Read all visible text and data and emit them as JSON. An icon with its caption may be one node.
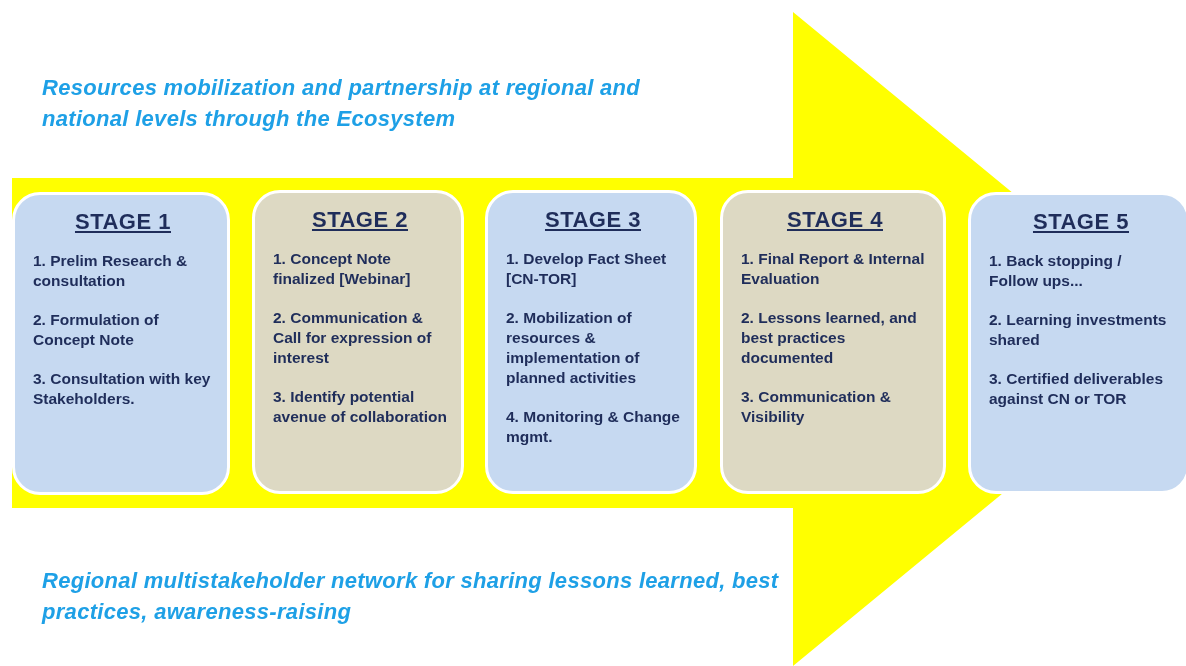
{
  "diagram": {
    "nodes": [
      {
        "text": [
          "STAGE 1",
          "1. Prelim Research & consultation",
          "2. Formulation of Concept Note",
          "3. Consultation with key Stakeholders."
        ]
      },
      {
        "text": [
          "STAGE 2",
          "1. Concept Note finalized [Webinar]",
          "2. Communication & Call for expression of interest",
          "3. Identify potential avenue of collaboration"
        ]
      },
      {
        "text": [
          "STAGE 3",
          "1. Develop Fact Sheet [CN-TOR]",
          "2. Mobilization of resources & implementation of planned activities",
          "4. Monitoring & Change mgmt."
        ]
      },
      {
        "text": [
          "STAGE 4",
          "1. Final Report & Internal Evaluation",
          "2. Lessons learned, and best practices documented",
          "3. Communication & Visibility"
        ]
      },
      {
        "text": [
          "STAGE 5",
          "1. Back stopping / Follow ups...",
          "2. Learning investments shared",
          "3. Certified deliverables against CN or TOR"
        ]
      }
    ],
    "edges": [
      {
        "from": 0,
        "to": 4,
        "arrow": "to"
      }
    ],
    "labels": [
      "Resources mobilization and partnership at regional and national levels through the Ecosystem",
      "Regional multistakeholder network for sharing lessons learned, best practices, awareness-raising"
    ]
  }
}
